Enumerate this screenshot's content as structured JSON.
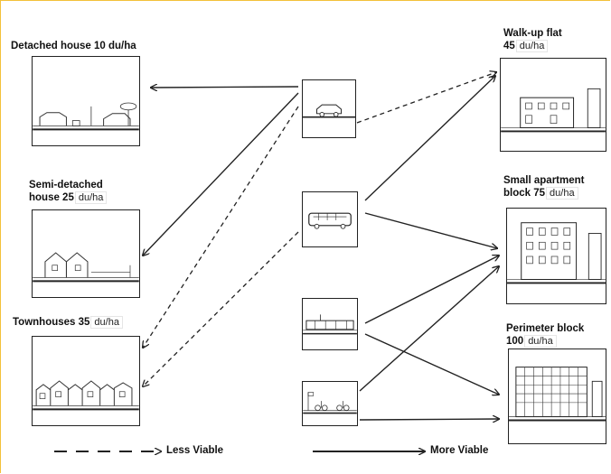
{
  "housing": {
    "detached": {
      "label": "Detached house 10 du/ha"
    },
    "semi": {
      "label_line1": "Semi-detached",
      "label_line2": "house 25",
      "unit": "du/ha"
    },
    "townhouses": {
      "label": "Townhouses 35",
      "unit": "du/ha"
    },
    "walkup": {
      "label_line1": "Walk-up flat",
      "label_line2": "45",
      "unit": "du/ha"
    },
    "small_apartment": {
      "label_line1": "Small apartment",
      "label_line2": "block 75",
      "unit": "du/ha"
    },
    "perimeter": {
      "label_line1": "Perimeter block",
      "label_line2": "100",
      "unit": "du/ha"
    }
  },
  "transport_icons": [
    "car-icon",
    "bus-icon",
    "tram-icon",
    "walking-cycling-icon"
  ],
  "legend": {
    "dashed_label": "Less Viable",
    "solid_label": "More Viable"
  },
  "colors": {
    "border_accent": "#f3c13a",
    "ink": "#222222"
  }
}
